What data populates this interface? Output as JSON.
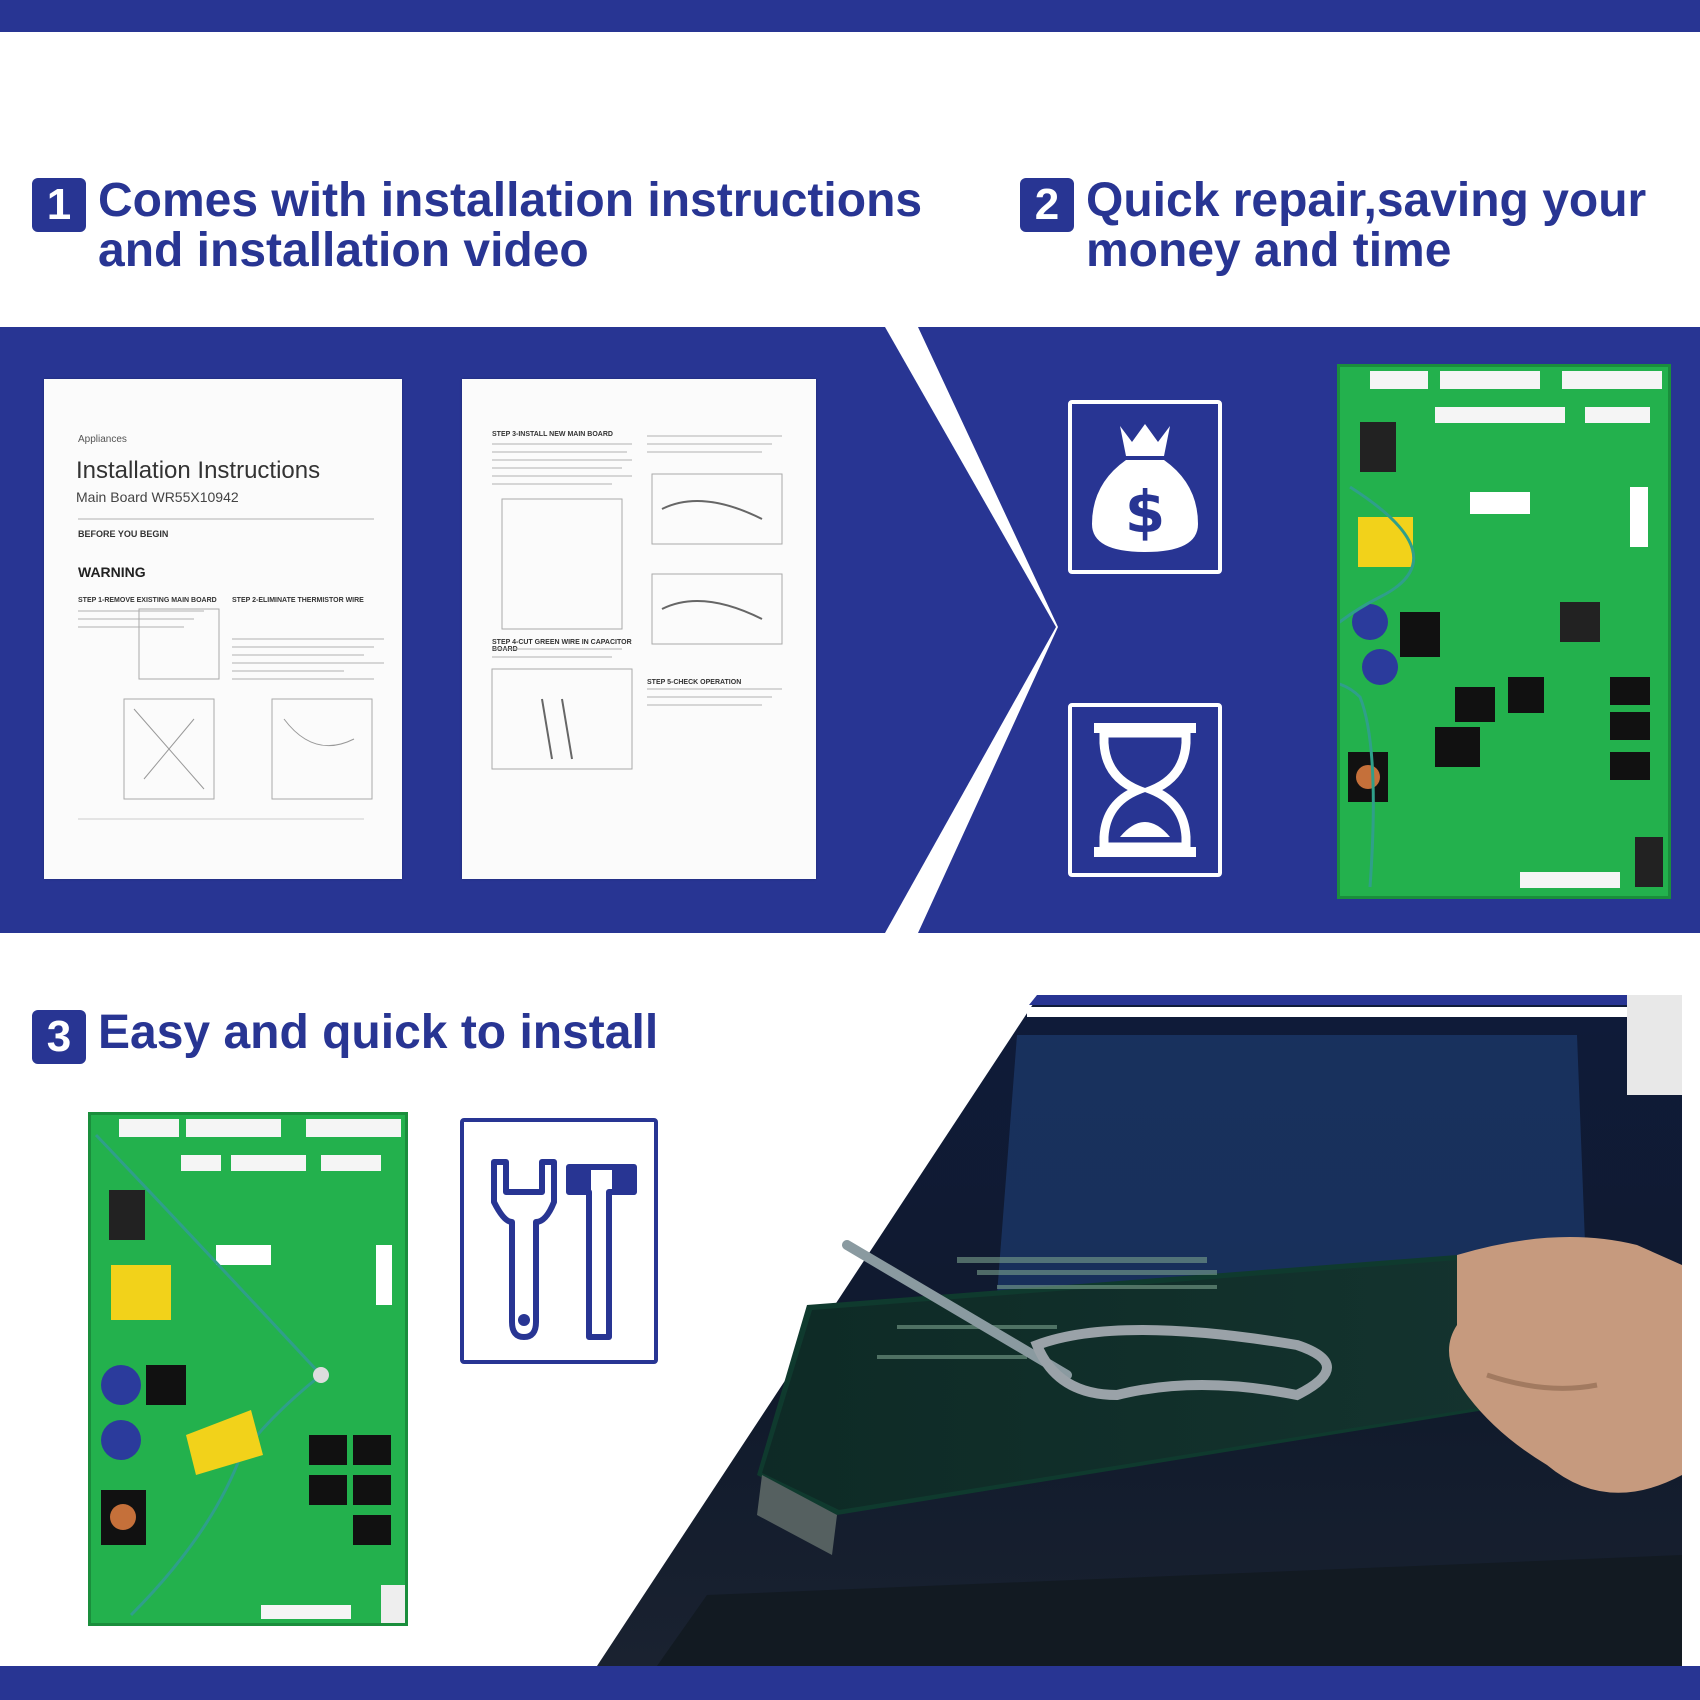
{
  "colors": {
    "brand": "#283593",
    "white": "#ffffff",
    "pcb_green": "#23b14d"
  },
  "features": [
    {
      "number": "1",
      "line1": "Comes with installation instructions",
      "line2": "and installation video"
    },
    {
      "number": "2",
      "line1": "Quick repair,saving your",
      "line2": "money and time"
    },
    {
      "number": "3",
      "line1": "Easy and quick to install",
      "line2": ""
    }
  ],
  "instruction_sheet": {
    "appliances": "Appliances",
    "title": "Installation Instructions",
    "model": "Main Board WR55X10942",
    "warning": "WARNING",
    "before_you_begin": "BEFORE YOU BEGIN",
    "step1": "STEP 1-REMOVE EXISTING MAIN BOARD",
    "step2": "STEP 2-ELIMINATE THERMISTOR WIRE",
    "step3": "STEP 3-INSTALL NEW MAIN BOARD",
    "step4": "STEP 4-CUT GREEN WIRE IN CAPACITOR BOARD",
    "step5": "STEP 5-CHECK OPERATION"
  },
  "icons": [
    "money-bag-icon",
    "hourglass-icon",
    "wrench-hammer-icon"
  ]
}
